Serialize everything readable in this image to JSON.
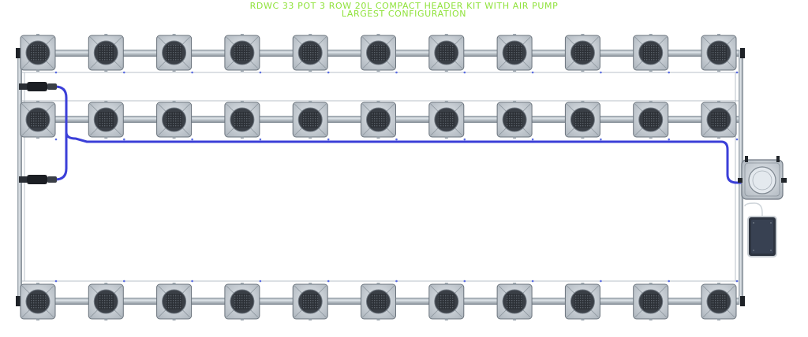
{
  "title": {
    "line1": "RDWC 33 POT 3 ROW 20L COMPACT HEADER KIT WITH AIR PUMP",
    "line2": "LARGEST CONFIGURATION",
    "color": "#8fe23a"
  },
  "layout": {
    "rows": 3,
    "pots_per_row": 11,
    "air_line_color": "#3b3fd8",
    "pipe_color": "#a8b2bb",
    "pot_color": "#c7ced6"
  }
}
